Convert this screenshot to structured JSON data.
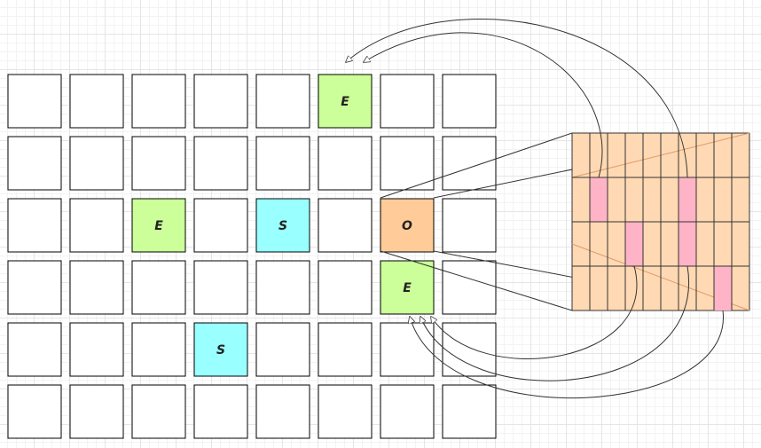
{
  "grid": {
    "rows": 6,
    "cols": 8,
    "default_fill": "#ffffff",
    "stroke": "#000000",
    "special_cells": [
      {
        "row": 0,
        "col": 5,
        "label": "E",
        "fill": "#ccff99"
      },
      {
        "row": 2,
        "col": 2,
        "label": "E",
        "fill": "#ccff99"
      },
      {
        "row": 2,
        "col": 4,
        "label": "S",
        "fill": "#99ffff"
      },
      {
        "row": 2,
        "col": 6,
        "label": "O",
        "fill": "#ffcc99"
      },
      {
        "row": 3,
        "col": 6,
        "label": "E",
        "fill": "#ccff99"
      },
      {
        "row": 4,
        "col": 3,
        "label": "S",
        "fill": "#99ffff"
      }
    ]
  },
  "zoom_panel": {
    "rows": 4,
    "cols": 10,
    "fill": "#ffd9b3",
    "highlight_fill": "#ffb3c6",
    "highlighted_cells": [
      {
        "row": 1,
        "col": 1
      },
      {
        "row": 1,
        "col": 6
      },
      {
        "row": 2,
        "col": 3
      },
      {
        "row": 2,
        "col": 6
      },
      {
        "row": 3,
        "col": 8
      }
    ]
  }
}
